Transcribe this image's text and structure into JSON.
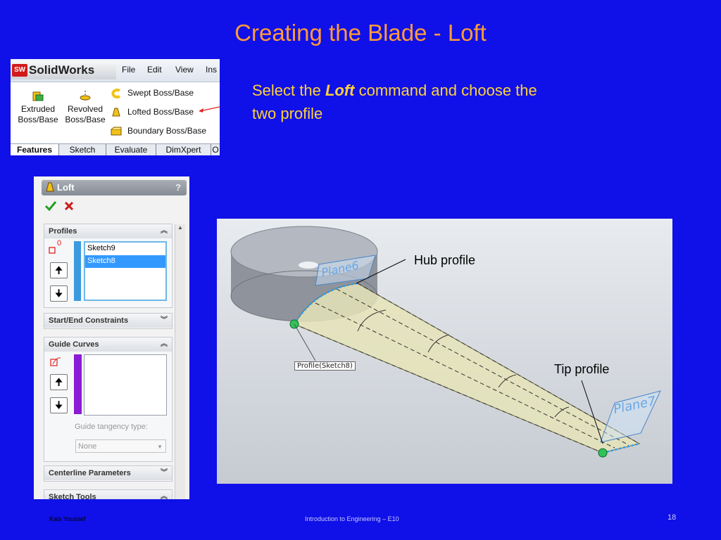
{
  "slide": {
    "title": "Creating the Blade - Loft",
    "instruction_pre": "Select the ",
    "instruction_bold": "Loft",
    "instruction_post": " command and choose the two profile",
    "page_number": "18",
    "footer_left": "Kais Youssef",
    "footer_center": "Introduction to Engineering – E10"
  },
  "ribbon": {
    "logo_badge": "SW",
    "logo_solid": "Solid",
    "logo_works": "Works",
    "menu": [
      "File",
      "Edit",
      "View",
      "Ins"
    ],
    "buttons": [
      {
        "label1": "Extruded",
        "label2": "Boss/Base",
        "icon": "extrude-icon"
      },
      {
        "label1": "Revolved",
        "label2": "Boss/Base",
        "icon": "revolve-icon"
      }
    ],
    "items": [
      {
        "label": "Swept Boss/Base",
        "icon": "sweep-icon"
      },
      {
        "label": "Lofted Boss/Base",
        "icon": "loft-icon"
      },
      {
        "label": "Boundary Boss/Base",
        "icon": "boundary-icon"
      }
    ],
    "tabs": [
      "Features",
      "Sketch",
      "Evaluate",
      "DimXpert",
      "O"
    ],
    "colors": {
      "brand": "#d21a1a",
      "icon_yellow": "#f2c21a"
    }
  },
  "loft_panel": {
    "title": "Loft",
    "help": "?",
    "ok_icon": "checkmark-icon",
    "cancel_icon": "x-icon",
    "profiles": {
      "header": "Profiles",
      "count": "0",
      "items": [
        "Sketch9",
        "Sketch8"
      ],
      "selected_index": 1
    },
    "start_end": "Start/End Constraints",
    "guide_curves": {
      "header": "Guide Curves",
      "tangency_label": "Guide tangency type:",
      "tangency_value": "None"
    },
    "centerline": "Centerline Parameters",
    "sketch_tools": "Sketch Tools",
    "up_arrow": "🠉",
    "down_arrow": "🠋"
  },
  "viewport": {
    "plane_top": "Plane6",
    "plane_tip": "Plane7",
    "tag": "Profile(Sketch8)",
    "hub_callout": "Hub profile",
    "tip_callout": "Tip profile"
  }
}
